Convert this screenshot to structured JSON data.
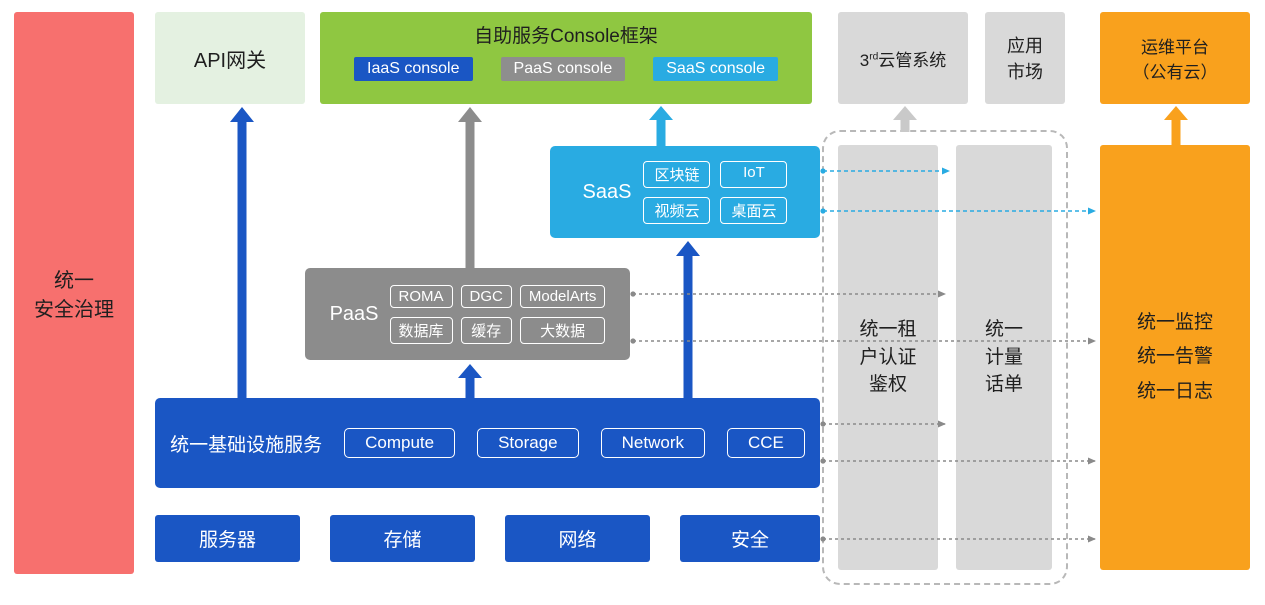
{
  "security_bar": {
    "label": "统一\n安全治理"
  },
  "api_gateway": {
    "label": "API网关"
  },
  "console_framework": {
    "title": "自助服务Console框架",
    "iaas": "IaaS console",
    "paas": "PaaS console",
    "saas": "SaaS console"
  },
  "third_party_cms": {
    "prefix": "3",
    "sup": "rd",
    "suffix": "云管系统"
  },
  "app_market": {
    "label": "应用\n市场"
  },
  "om_platform": {
    "label": "运维平台\n（公有云）"
  },
  "saas_box": {
    "label": "SaaS",
    "items": [
      "区块链",
      "IoT",
      "视频云",
      "桌面云"
    ]
  },
  "paas_box": {
    "label": "PaaS",
    "items": [
      "ROMA",
      "DGC",
      "ModelArts",
      "数据库",
      "缓存",
      "大数据"
    ]
  },
  "infra_box": {
    "label": "统一基础设施服务",
    "items": [
      "Compute",
      "Storage",
      "Network",
      "CCE"
    ]
  },
  "bottom_row": {
    "items": [
      "服务器",
      "存储",
      "网络",
      "安全"
    ]
  },
  "auth_bar": {
    "label": "统一租\n户认证\n鉴权"
  },
  "metering_bar": {
    "label": "统一\n计量\n话单"
  },
  "monitoring_bar": {
    "label": "统一监控\n统一告警\n统一日志"
  },
  "colors": {
    "red": "#F7706E",
    "light_green": "#E4F1E1",
    "green": "#8FC741",
    "blue": "#1A56C4",
    "gray": "#8C8C8C",
    "light_gray": "#D9D9D9",
    "cyan": "#29ABE2",
    "orange": "#F9A11D"
  }
}
